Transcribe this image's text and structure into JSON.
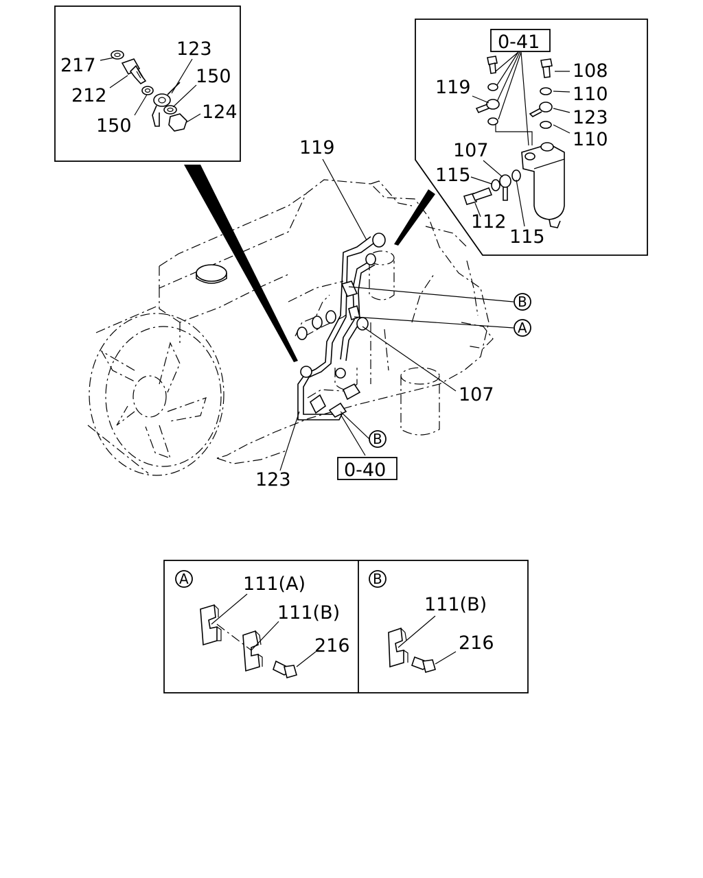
{
  "labels": {
    "inset_left": {
      "l217": "217",
      "l212": "212",
      "l123": "123",
      "l150a": "150",
      "l150b": "150",
      "l124": "124"
    },
    "inset_right": {
      "ref": "0-41",
      "l108": "108",
      "l119": "119",
      "l110a": "110",
      "l123": "123",
      "l110b": "110",
      "l107": "107",
      "l115a": "115",
      "l112": "112",
      "l115b": "115"
    },
    "main": {
      "l119": "119",
      "calloutB1": "B",
      "calloutA": "A",
      "l107": "107",
      "calloutB2": "B",
      "ref": "0-40",
      "l123": "123"
    },
    "detail_a": {
      "marker": "A",
      "l111a": "111(A)",
      "l111b": "111(B)",
      "l216": "216"
    },
    "detail_b": {
      "marker": "B",
      "l111b": "111(B)",
      "l216": "216"
    }
  }
}
